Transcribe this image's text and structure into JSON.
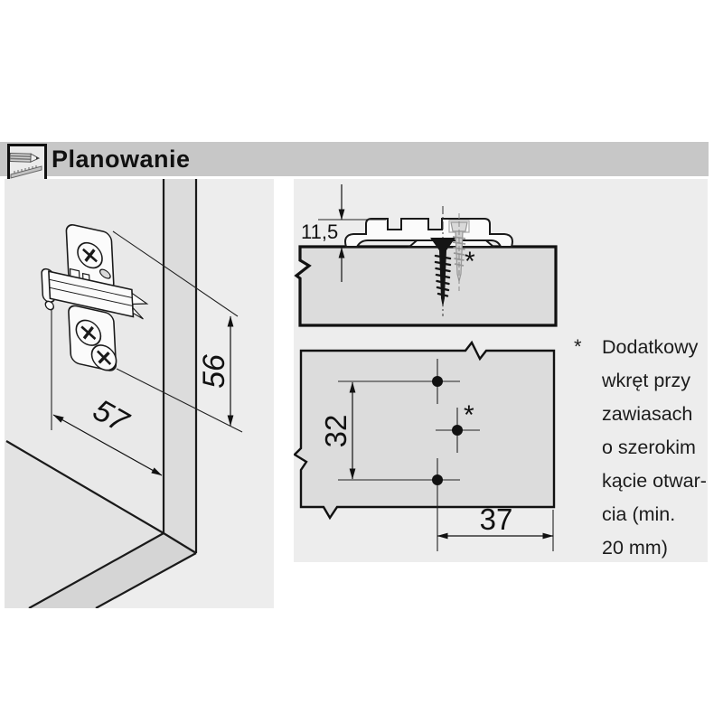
{
  "header": {
    "title": "Planowanie",
    "icon": "pencil-ruler-icon"
  },
  "colors": {
    "header_bar": "#c7c7c7",
    "panel_bg": "#ededed",
    "board_fill": "#dcdcdc",
    "line": "#1a1a1a",
    "ghost_gray": "#9a9a9a"
  },
  "left_diagram": {
    "name": "isometric cabinet corner with cruciform mounting plate",
    "dim_horizontal": "57",
    "dim_vertical": "56"
  },
  "section_view": {
    "dim_plate_height": "11,5",
    "marker": "*"
  },
  "drill_view": {
    "dim_hole_spacing": "32",
    "dim_edge_distance": "37",
    "marker": "*"
  },
  "footnote": {
    "marker": "*",
    "lines": [
      "Dodatkowy",
      "wkręt przy",
      "zawiasach",
      "o szerokim",
      "kącie otwar-",
      "cia (min.",
      "20 mm)"
    ]
  }
}
